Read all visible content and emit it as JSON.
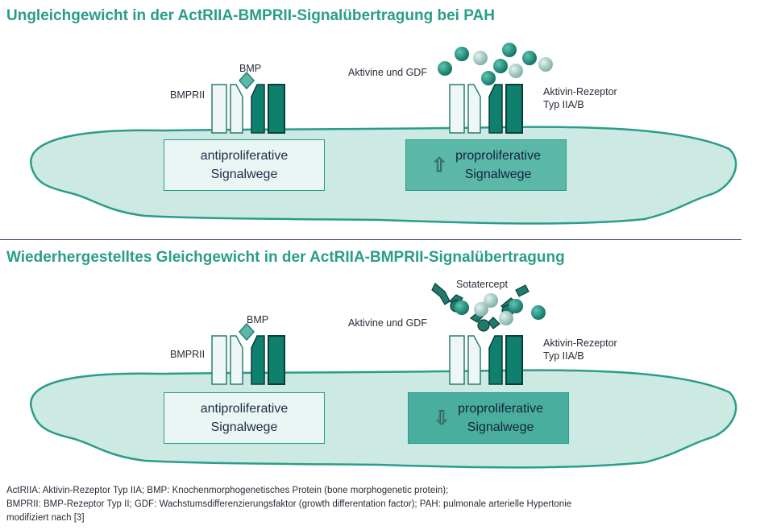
{
  "panel1": {
    "title": "Ungleichgewicht in der ActRIIA-BMPRII-Signalübertragung bei PAH",
    "bmp_label": "BMP",
    "bmprii_label": "BMPRII",
    "ligand_label": "Aktivine und GDF",
    "receptor_label_line1": "Aktivin-Rezeptor",
    "receptor_label_line2": "Typ IIA/B",
    "anti_box_line1": "antiproliferative",
    "anti_box_line2": "Signalwege",
    "pro_box_line1": "proproliferative",
    "pro_box_line2": "Signalwege",
    "pro_arrow": "⇧"
  },
  "panel2": {
    "title": "Wiederhergestelltes Gleichgewicht in der ActRIIA-BMPRII-Signalübertragung",
    "bmp_label": "BMP",
    "bmprii_label": "BMPRII",
    "ligand_label": "Aktivine und GDF",
    "drug_label": "Sotatercept",
    "receptor_label_line1": "Aktivin-Rezeptor",
    "receptor_label_line2": "Typ IIA/B",
    "anti_box_line1": "antiproliferative",
    "anti_box_line2": "Signalwege",
    "pro_box_line1": "proproliferative",
    "pro_box_line2": "Signalwege",
    "pro_arrow": "⇩"
  },
  "footnote": {
    "line1": "ActRIIA: Aktivin-Rezeptor Typ IIA; BMP: Knochenmorphogenetisches Protein (bone morphogenetic protein);",
    "line2": "BMPRII: BMP-Rezeptor Typ II; GDF: Wachstumsdifferenzierungsfaktor (growth differentation factor); PAH: pulmonale arterielle Hypertonie",
    "line3": "modifiziert nach [3]"
  },
  "colors": {
    "title": "#2a9d8a",
    "cell_fill": "#cde9e3",
    "cell_stroke": "#2a9d8a",
    "receptor_dark": "#0f7f6e",
    "ligand_dark": "#148a78",
    "ligand_light": "#9cc7bf",
    "divider": "#3e4f7a"
  },
  "icons": [
    "bmp-ligand-icon",
    "bmprii-receptor-icon",
    "activin-receptor-icon",
    "activin-ligand-icon",
    "sotatercept-trap-icon",
    "up-arrow-icon",
    "down-arrow-icon"
  ]
}
